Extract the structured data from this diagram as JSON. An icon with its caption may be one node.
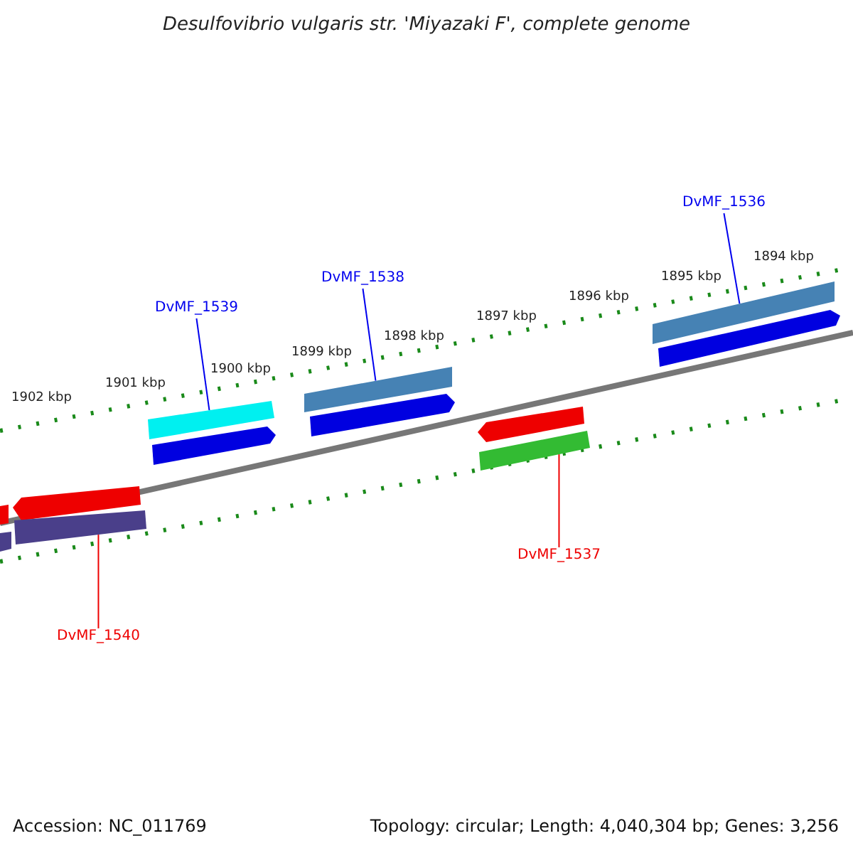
{
  "diagram": {
    "title": "Desulfovibrio vulgaris str. 'Miyazaki F', complete genome",
    "nodes": [
      {
        "text": [
          "DvMF_1536"
        ]
      },
      {
        "text": [],
        "shape": "bar"
      },
      {
        "text": [
          "DvMF_1538"
        ]
      },
      {
        "text": [],
        "shape": "bar"
      },
      {
        "text": [
          "DvMF_1539"
        ]
      },
      {
        "text": [],
        "shape": "bar"
      },
      {
        "text": [
          "DvMF_1537"
        ]
      },
      {
        "text": [],
        "shape": "bar"
      },
      {
        "text": [
          "DvMF_1540"
        ]
      },
      {
        "text": [],
        "shape": "bar"
      }
    ],
    "edges": [
      {
        "from": 0,
        "to": 1,
        "arrow": "none"
      },
      {
        "from": 2,
        "to": 3,
        "arrow": "none"
      },
      {
        "from": 4,
        "to": 5,
        "arrow": "none"
      },
      {
        "from": 6,
        "to": 7,
        "arrow": "none",
        "color": "#ee0000"
      },
      {
        "from": 8,
        "to": 9,
        "arrow": "none",
        "color": "#ee0000"
      }
    ],
    "labels": [
      "1902 kbp",
      "1901 kbp",
      "1900 kbp",
      "1899 kbp",
      "1898 kbp",
      "1897 kbp",
      "1896 kbp",
      "1895 kbp",
      "1894 kbp",
      "Accession: NC_011769",
      "Topology: circular; Length: 4,040,304 bp; Genes: 3,256"
    ]
  }
}
